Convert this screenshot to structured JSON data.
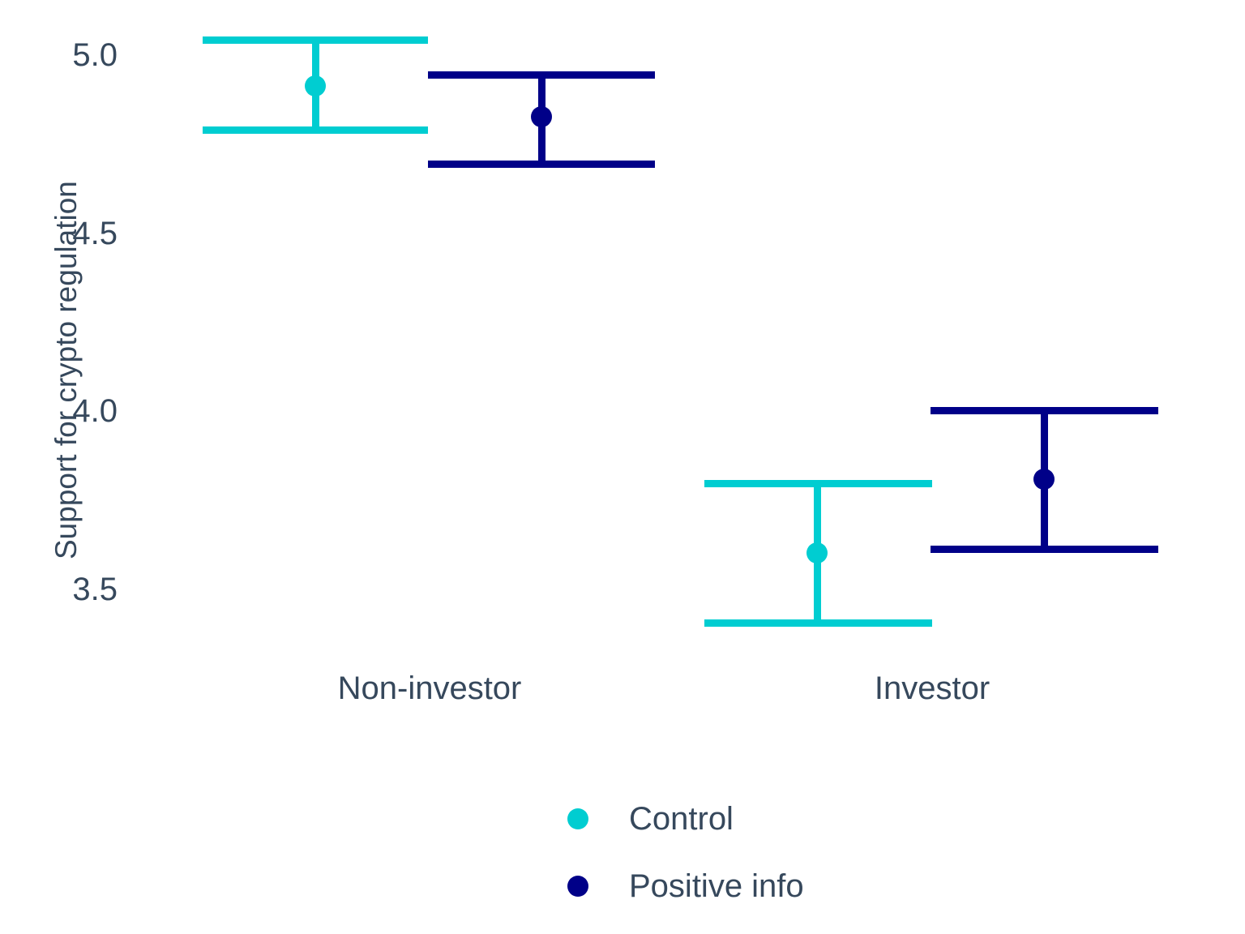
{
  "chart_data": {
    "type": "scatter",
    "title": "",
    "subtitle": "",
    "xlabel": "",
    "ylabel": "Support for crypto regulation",
    "categories": [
      "Non-investor",
      "Investor"
    ],
    "ylim": [
      3.35,
      5.07
    ],
    "yticks": [
      5.0,
      4.5,
      4.0,
      3.5
    ],
    "ytick_labels": [
      "5.0",
      "4.5",
      "4.0",
      "3.5"
    ],
    "grid": false,
    "legend_position": "bottom",
    "error_bar_style": "capped-range",
    "series": [
      {
        "name": "Control",
        "color": "#00cdd1",
        "points": [
          {
            "category": "Non-investor",
            "value": 4.91,
            "ci_low": 4.79,
            "ci_high": 5.04
          },
          {
            "category": "Investor",
            "value": 3.6,
            "ci_low": 3.4,
            "ci_high": 3.79
          }
        ]
      },
      {
        "name": "Positive info",
        "color": "#000088",
        "points": [
          {
            "category": "Non-investor",
            "value": 4.83,
            "ci_low": 4.7,
            "ci_high": 4.95
          },
          {
            "category": "Investor",
            "value": 3.8,
            "ci_low": 3.61,
            "ci_high": 4.0
          }
        ]
      }
    ]
  },
  "axis": {
    "y_title": "Support for crypto regulation",
    "y_ticks": [
      {
        "label": "5.0",
        "value": 5.0
      },
      {
        "label": "4.5",
        "value": 4.5
      },
      {
        "label": "4.0",
        "value": 4.0
      },
      {
        "label": "3.5",
        "value": 3.5
      }
    ],
    "x_ticks": [
      {
        "label": "Non-investor"
      },
      {
        "label": "Investor"
      }
    ]
  },
  "legend": {
    "items": [
      {
        "label": "Control",
        "color": "#00cdd1",
        "key": "point-marker-icon"
      },
      {
        "label": "Positive info",
        "color": "#000088",
        "key": "point-marker-icon"
      }
    ]
  },
  "colors": {
    "control": "#00cdd1",
    "positive_info": "#000088",
    "text": "#36485c",
    "background": "#ffffff"
  }
}
